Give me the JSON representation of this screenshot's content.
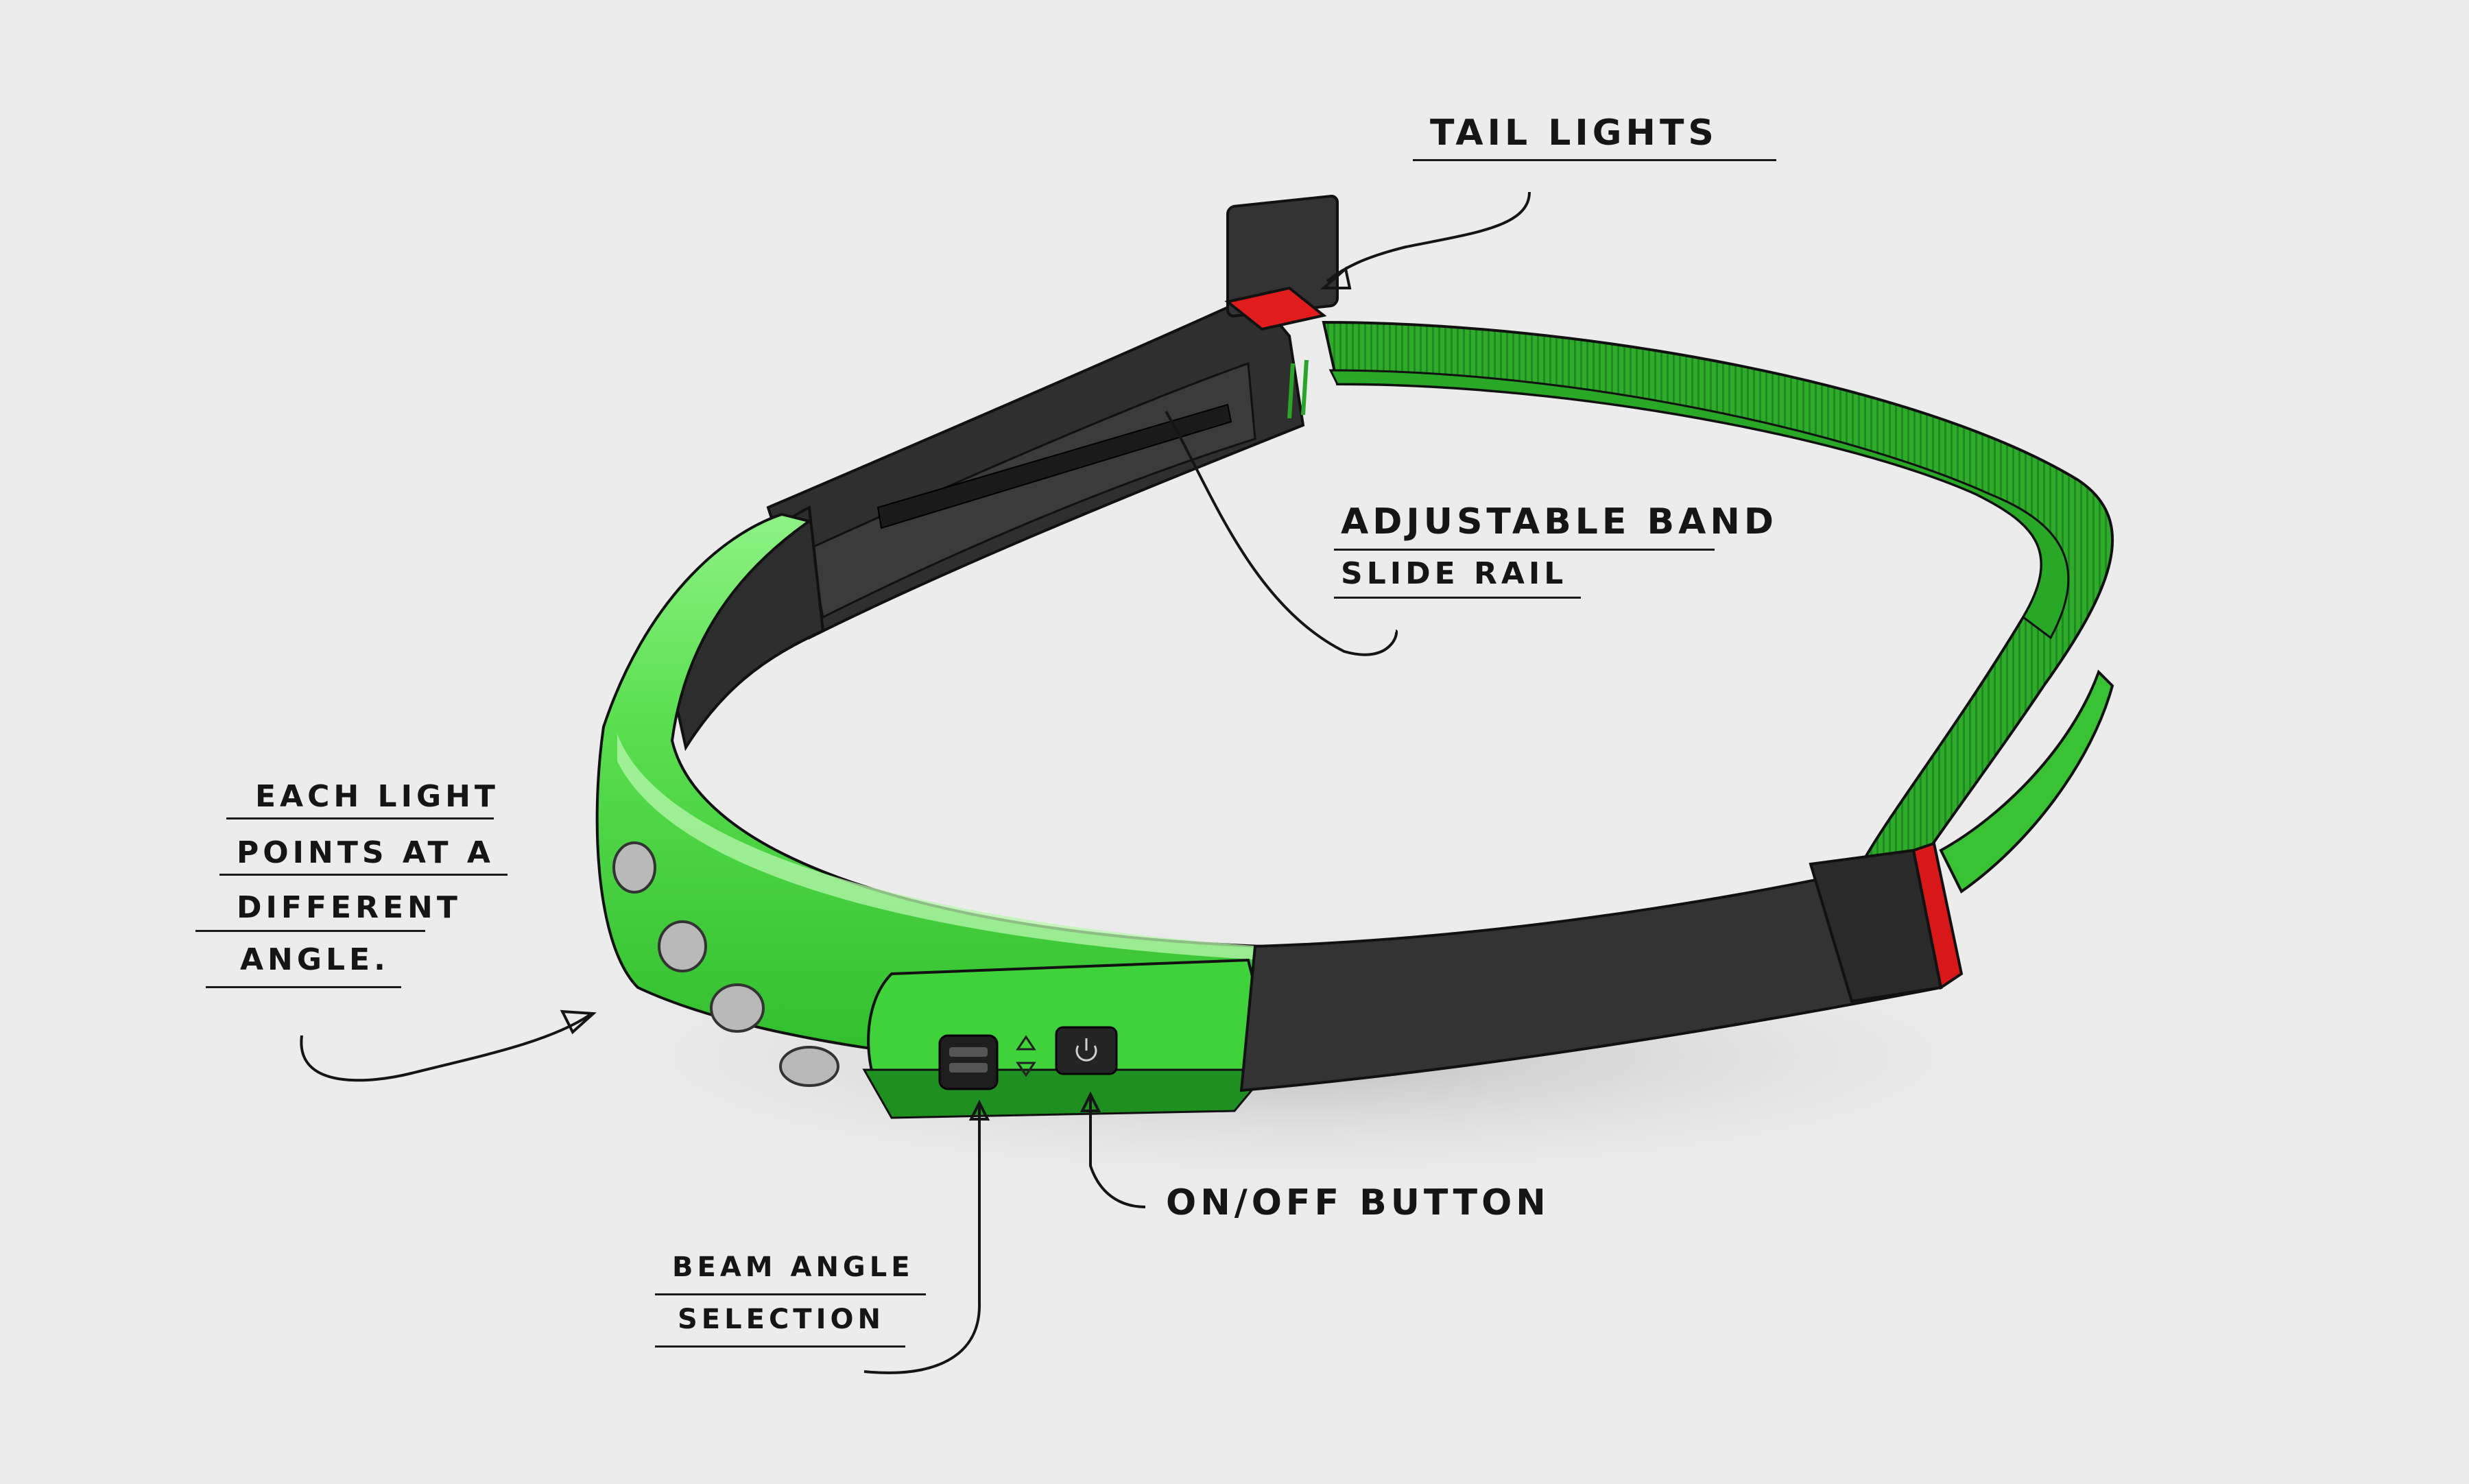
{
  "callouts": {
    "tail_lights": "TAIL LIGHTS",
    "adjustable_band": [
      "ADJUSTABLE BAND",
      "SLIDE RAIL"
    ],
    "each_light": [
      "EACH LIGHT",
      "POINTS AT A",
      "DIFFERENT",
      "ANGLE."
    ],
    "on_off": "ON/OFF BUTTON",
    "beam_angle": [
      "BEAM ANGLE",
      "SELECTION"
    ]
  },
  "colors": {
    "background": "#ececec",
    "band_green": "#3fd13a",
    "band_green_dark": "#1f8f22",
    "housing_black": "#353535",
    "tail_red": "#d01818",
    "lens_grey": "#b9b9b9"
  },
  "icons": {
    "power": "power-icon",
    "beam_up": "triangle-up-icon",
    "beam_down": "triangle-down-icon"
  }
}
